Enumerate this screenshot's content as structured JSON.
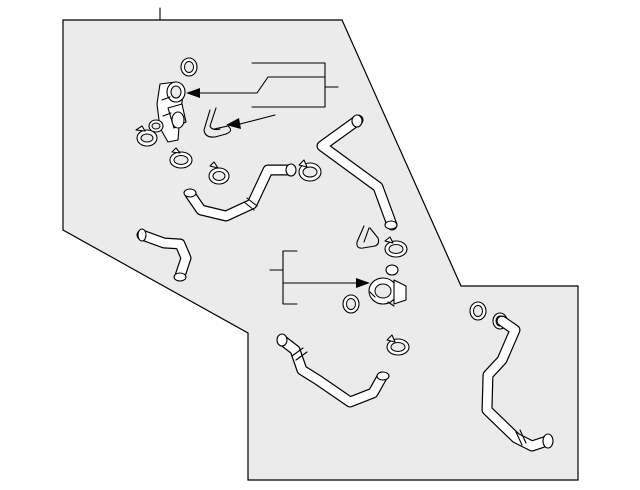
{
  "diagram": {
    "panel_fill": "#ebebeb",
    "line_color": "#000000",
    "background": "#ffffff",
    "parts": [
      "upper-connector",
      "upper-o-ring",
      "upper-clip",
      "upper-clamp-left",
      "upper-clamp-mid",
      "upper-clamp-small",
      "upper-clamp-right",
      "long-pipe-upper",
      "hose-s-bend",
      "hose-left-z",
      "clip-mid",
      "clamp-mid-right",
      "pump-assembly",
      "o-ring-mid",
      "hose-lower-mid",
      "clamp-lower",
      "clamp-right-pair",
      "hose-right-long"
    ]
  }
}
